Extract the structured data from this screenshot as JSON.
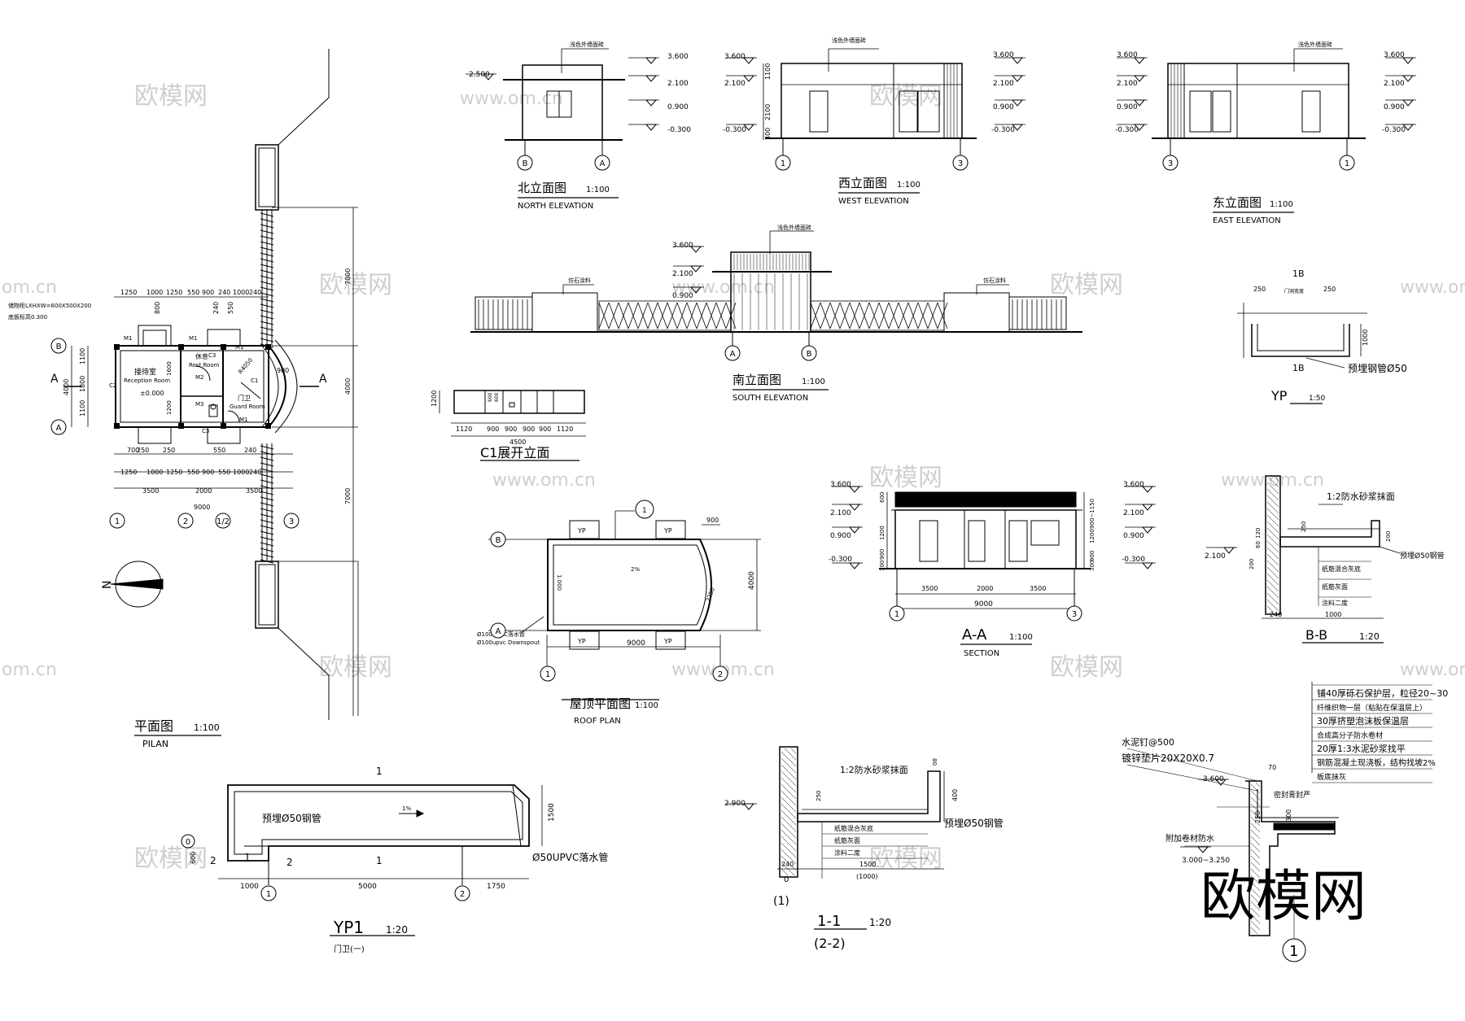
{
  "sheet": {
    "plan": {
      "title": "平面图",
      "scale": "1:100",
      "subtitle": "PILAN"
    },
    "plan_rooms": {
      "reception_cn": "接待室",
      "reception_en": "Reception Room",
      "rest_cn": "休息",
      "rest_en": "Rest Room",
      "guard_cn": "门卫",
      "guard_en": "Guard Room",
      "level": "±0.000"
    },
    "plan_note": {
      "line1": "储物柜LXHXW=600X500X200",
      "line2": "底板标高0.300"
    },
    "plan_dims": {
      "top_segs": [
        "1250",
        "1000",
        "1250",
        "550",
        "900",
        "240",
        "1000",
        "240"
      ],
      "top_sub": [
        "800",
        "240",
        "550"
      ],
      "bottom_segs": [
        "1250",
        "1000",
        "1250",
        "550",
        "900",
        "550",
        "1000",
        "240"
      ],
      "bottom_sub": [
        "700",
        "250",
        "250",
        "550",
        "240"
      ],
      "bay": [
        "3500",
        "2000",
        "3500"
      ],
      "total": "9000",
      "left": [
        "1100",
        "1800",
        "1100"
      ],
      "left_total": "4000",
      "left_inner": [
        "1600",
        "1200"
      ],
      "fence_top": "7000",
      "fence_bottom": "7000",
      "right_total": "4000",
      "radius": "R4050",
      "door_900": "900"
    },
    "plan_tags": [
      "M1",
      "M1",
      "C3",
      "M2",
      "M3",
      "C3",
      "M1",
      "C2",
      "C1",
      "M1"
    ],
    "section_mark": "A",
    "axes": {
      "a": "A",
      "b": "B",
      "one": "1",
      "two": "2",
      "half": "1/2",
      "three": "3"
    },
    "north": "N",
    "note_tile": "浅色外墙面砖",
    "levels": {
      "l3600": "3.600",
      "l2500": "2.500",
      "l2100": "2.100",
      "l0900": "0.900",
      "lm0300": "-0.300",
      "l2900": "2.900",
      "l3000": "3.000~3.250"
    },
    "north_elev": {
      "title": "北立面图",
      "scale": "1:100",
      "subtitle": "NORTH ELEVATION"
    },
    "west_elev": {
      "title": "西立面图",
      "scale": "1:100",
      "subtitle": "WEST ELEVATION",
      "dims": [
        "1100",
        "2100",
        "300"
      ]
    },
    "east_elev": {
      "title": "东立面图",
      "scale": "1:100",
      "subtitle": "EAST ELEVATION"
    },
    "south_elev": {
      "title": "南立面图",
      "scale": "1:100",
      "subtitle": "SOUTH ELEVATION",
      "note_left": "仿石涂料",
      "note_right": "仿石涂料"
    },
    "c1": {
      "title": "C1展开立面",
      "dims": [
        "1120",
        "900",
        "900",
        "900",
        "900",
        "1120"
      ],
      "total": "4500",
      "height": "1200",
      "small": [
        "600",
        "600"
      ]
    },
    "roof": {
      "title": "屋顶平面图",
      "scale": "1:100",
      "subtitle": "ROOF PLAN",
      "yp": "YP",
      "slope": "2%",
      "slope2": "1.000",
      "pipe1": "Ø100UPVC落水管",
      "pipe2": "Ø100upvc Downspout",
      "width": "9000",
      "depth": "4000",
      "d900": "900",
      "r": "2250",
      "callout": "1"
    },
    "aa": {
      "title": "A-A",
      "scale": "1:100",
      "subtitle": "SECTION",
      "bays": [
        "3500",
        "2000",
        "3500"
      ],
      "total": "9000",
      "left_dims": [
        "600",
        "1200",
        "900",
        "300"
      ],
      "right_dims": [
        "900~1150",
        "1200",
        "900",
        "300"
      ]
    },
    "yp": {
      "title": "YP",
      "scale": "1:50",
      "section": "1B",
      "d250a": "250",
      "d250b": "250",
      "door": "门洞宽度",
      "depth": "1000",
      "pipe": "预埋钢管Ø50"
    },
    "bb": {
      "title": "B-B",
      "scale": "1:20",
      "note1": "1:2防水砂浆抹面",
      "pipe": "预埋Ø50钢管",
      "layers": [
        "纸筋混合灰底",
        "纸筋灰面",
        "涂料二度"
      ],
      "d120": "120",
      "d60": "60",
      "d200": "200",
      "d250": "250",
      "d240": "240",
      "d1000": "1000"
    },
    "yp1": {
      "title": "YP1",
      "scale": "1:20",
      "subtitle": "门卫(一)",
      "cut": "1",
      "pipe_top": "预埋Ø50钢管",
      "pipe_bot": "Ø50UPVC落水管",
      "slope": "1%",
      "dims": [
        "1000",
        "5000",
        "1750"
      ],
      "h1500": "1500",
      "h600": "600",
      "tag2": "2",
      "tag1": "1",
      "axis0": "0"
    },
    "s11": {
      "title": "1-1",
      "scale": "1:20",
      "subtitle": "(2-2)",
      "note1": "1:2防水砂浆抹面",
      "pipe": "预埋Ø50钢管",
      "layers": [
        "纸筋混合灰底",
        "纸筋灰面",
        "涂料二度"
      ],
      "d1500": "1500",
      "d1000": "(1000)",
      "d240": "240",
      "d400": "400",
      "d250": "250",
      "d80": "80",
      "axis0": "0",
      "axis1": "(1)"
    },
    "detail1": {
      "layers": [
        "铺40厚砾石保护层，粒径20~30",
        "纤维织物一层（粘贴在保温层上）",
        "30厚挤塑泡沫板保温层",
        "合成高分子防水卷材",
        "20厚1:3水泥砂浆找平",
        "钢筋混凝土现浇板，结构找坡2%",
        "板底抹灰"
      ],
      "nail": "水泥钉@500",
      "pad": "镀锌垫片20X20X0.7",
      "seal": "密封膏封严",
      "extra": "附加卷材防水",
      "d70": "70",
      "d300": "300",
      "d250": "250",
      "callout": "1",
      "level": "3.600"
    },
    "watermark": "欧模网",
    "watermark_url": "www.om.cn",
    "watermark_url2": "om.cn"
  }
}
